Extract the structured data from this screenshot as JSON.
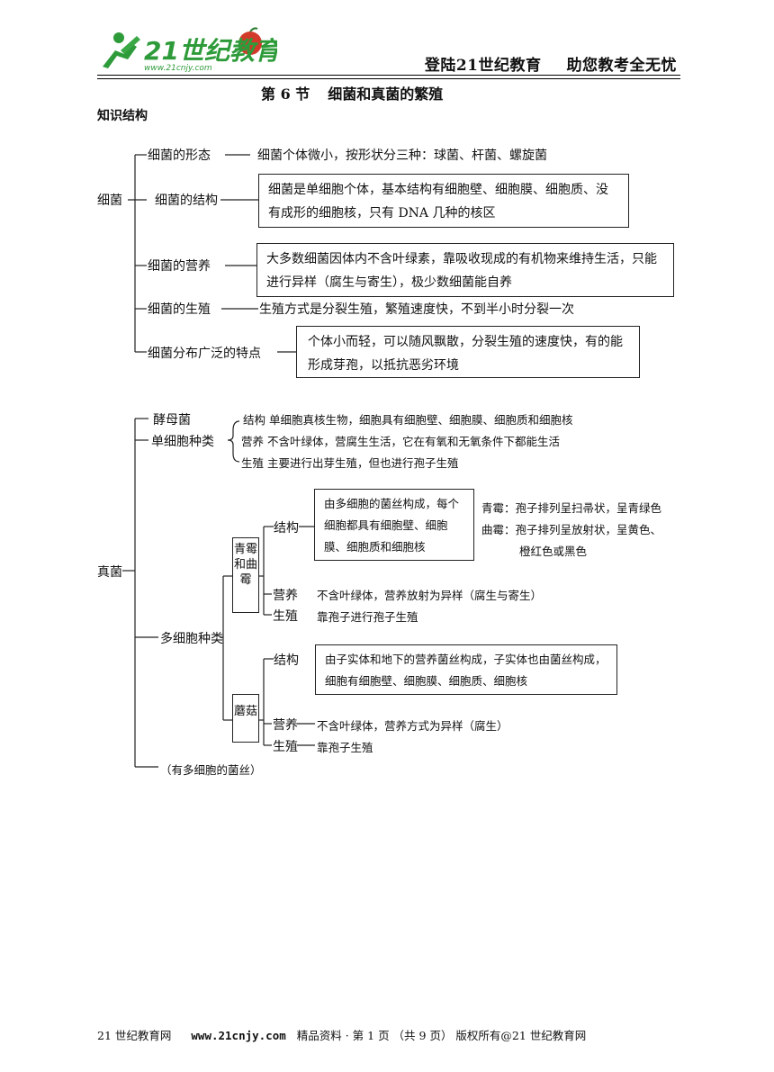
{
  "header": {
    "logo_text": "21世纪教育",
    "logo_url": "www.21cnjy.com",
    "slogan1": "登陆21世纪教育",
    "slogan2": "助您教考全无忧"
  },
  "title": {
    "section": "第 6 节",
    "name": "细菌和真菌的繁殖"
  },
  "subtitle": "知识结构",
  "bacteria": {
    "root": "细菌",
    "shape_label": "细菌的形态",
    "shape_desc": "细菌个体微小，按形状分三种：球菌、杆菌、螺旋菌",
    "structure_label": "细菌的结构",
    "structure_desc": "细菌是单细胞个体，基本结构有细胞壁、细胞膜、细胞质、没有成形的细胞核，只有 DNA 几种的核区",
    "nutrition_label": "细菌的营养",
    "nutrition_desc": "大多数细菌因体内不含叶绿素，靠吸收现成的有机物来维持生活，只能进行异样（腐生与寄生），极少数细菌能自养",
    "reproduction_label": "细菌的生殖",
    "reproduction_desc": "生殖方式是分裂生殖，繁殖速度快，不到半小时分裂一次",
    "distribution_label": "细菌分布广泛的特点",
    "distribution_desc": "个体小而轻，可以随风飘散，分裂生殖的速度快，有的能形成芽孢，以抵抗恶劣环境"
  },
  "fungi": {
    "root": "真菌",
    "yeast": "酵母菌",
    "unicellular": "单细胞种类",
    "yeast_structure": "结构  单细胞真核生物，细胞具有细胞壁、细胞膜、细胞质和细胞核",
    "yeast_nutrition": "营养  不含叶绿体，营腐生生活，它在有氧和无氧条件下都能生活",
    "yeast_reproduction": "生殖  主要进行出芽生殖，但也进行孢子生殖",
    "multicellular": "多细胞种类",
    "mold_label": "青霉和曲霉",
    "mold_structure_label": "结构",
    "mold_structure_desc": "由多细胞的菌丝构成，每个细胞都具有细胞壁、细胞膜、细胞质和细胞核",
    "penicillium": "青霉：孢子排列呈扫帚状，呈青绿色",
    "aspergillus": "曲霉：孢子排列呈放射状，呈黄色、",
    "aspergillus_cont": "橙红色或黑色",
    "mold_nutrition_label": "营养",
    "mold_nutrition_desc": "不含叶绿体，营养放射为异样（腐生与寄生）",
    "mold_reproduction_label": "生殖",
    "mold_reproduction_desc": "靠孢子进行孢子生殖",
    "mushroom_label": "蘑菇",
    "mush_structure_label": "结构",
    "mush_structure_desc": "由子实体和地下的营养菌丝构成，子实体也由菌丝构成，细胞有细胞壁、细胞膜、细胞质、细胞核",
    "mush_nutrition_label": "营养",
    "mush_nutrition_desc": "不含叶绿体，营养方式为异样（腐生）",
    "mush_reproduction_label": "生殖",
    "mush_reproduction_desc": "靠孢子生殖",
    "hyphae_note": "（有多细胞的菌丝）"
  },
  "footer": {
    "org": "21 世纪教育网",
    "url": "www.21cnjy.com",
    "info": "精品资料 · 第 1 页 （共 9 页） 版权所有@21 世纪教育网"
  }
}
